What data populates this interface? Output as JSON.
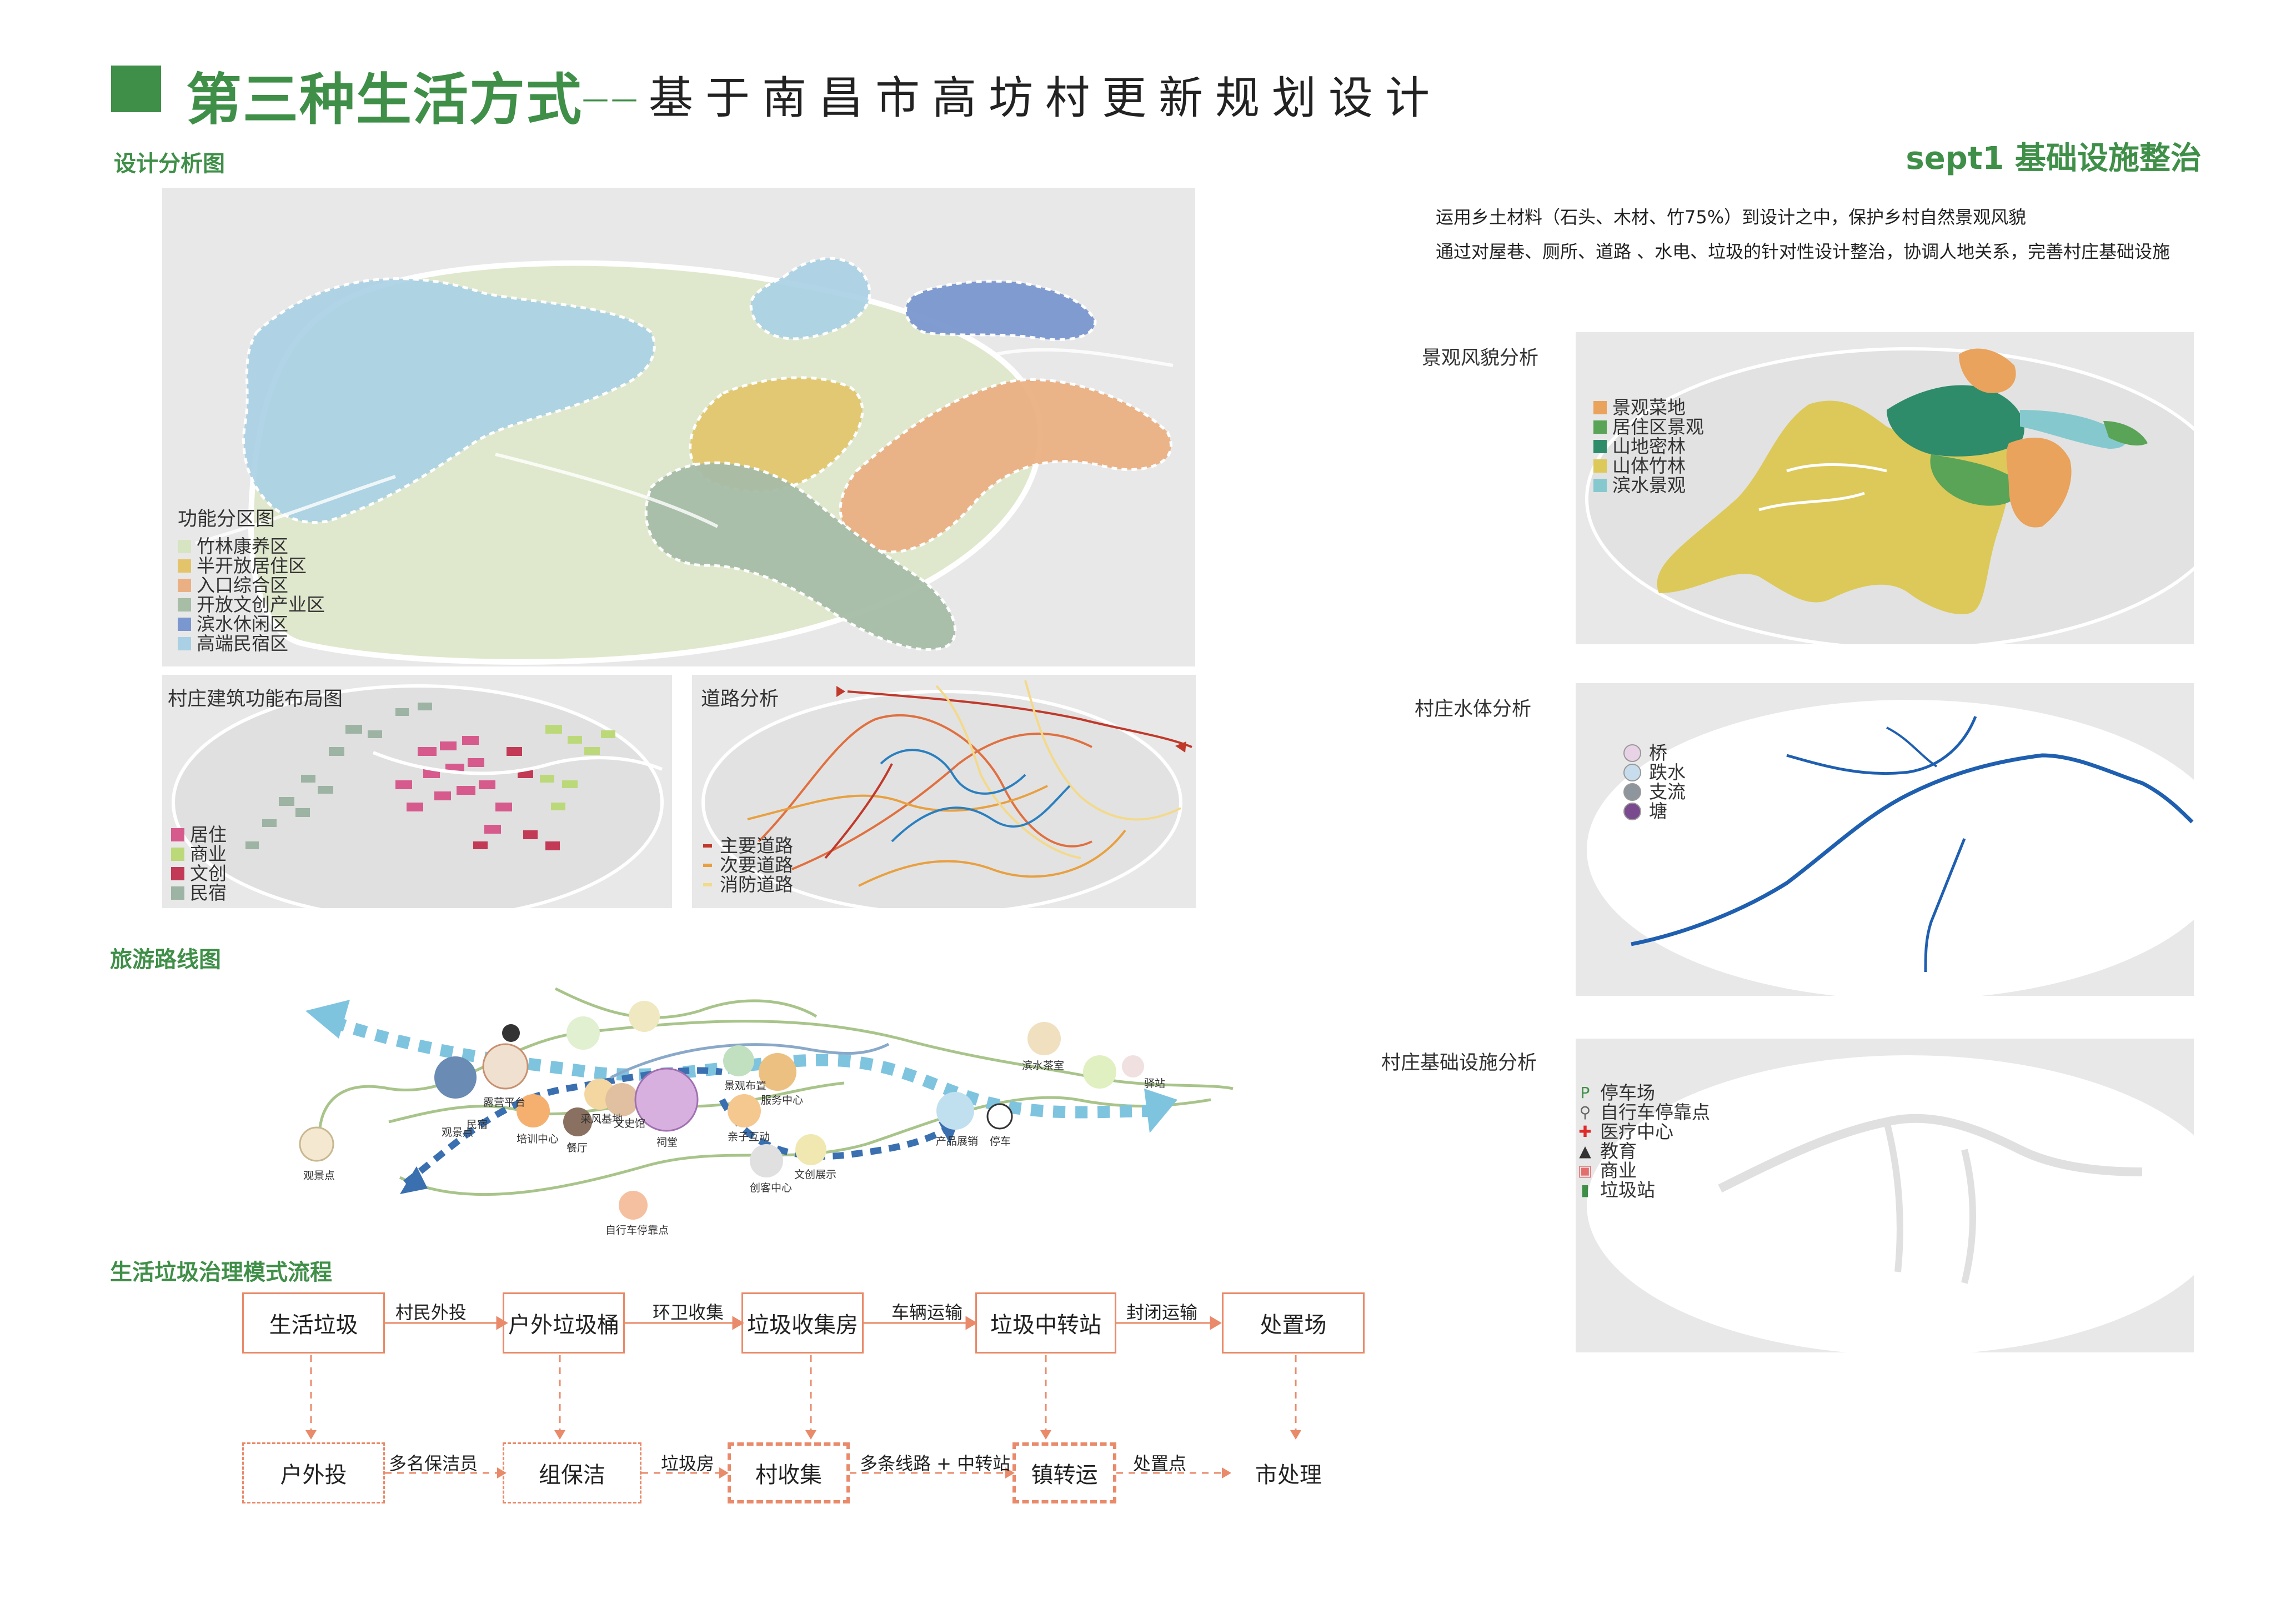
{
  "header": {
    "title_main": "第三种生活方式",
    "title_dash": "——",
    "title_sub": "基于南昌市高坊村更新规划设计"
  },
  "sections": {
    "design_analysis": "设计分析图",
    "tour_route": "旅游路线图",
    "garbage_flow": "生活垃圾治理模式流程",
    "step_title": "sept1 基础设施整治"
  },
  "description": {
    "line1": "运用乡土材料（石头、木材、竹75%）到设计之中，保护乡村自然景观风貌",
    "line2": "通过对屋巷、厕所、道路 、水电、垃圾的针对性设计整治，协调人地关系，完善村庄基础设施"
  },
  "function_zone": {
    "title": "功能分区图",
    "legend": [
      {
        "label": "竹林康养区",
        "color": "#d7e4c2"
      },
      {
        "label": "半开放居住区",
        "color": "#e3c46a"
      },
      {
        "label": "入口综合区",
        "color": "#eab083"
      },
      {
        "label": "开放文创产业区",
        "color": "#a7bda6"
      },
      {
        "label": "滨水休闲区",
        "color": "#7a97cf"
      },
      {
        "label": "高端民宿区",
        "color": "#a9d0e4"
      }
    ]
  },
  "building_layout": {
    "title": "村庄建筑功能布局图",
    "legend": [
      {
        "label": "居住",
        "color": "#d65a8c"
      },
      {
        "label": "商业",
        "color": "#bcd97a"
      },
      {
        "label": "文创",
        "color": "#c23a55"
      },
      {
        "label": "民宿",
        "color": "#9db3a3"
      }
    ]
  },
  "road_analysis": {
    "title": "道路分析",
    "legend": [
      {
        "label": "主要道路",
        "color": "#c0392b"
      },
      {
        "label": "次要道路",
        "color": "#e8a040"
      },
      {
        "label": "消防道路",
        "color": "#f3d98a"
      }
    ]
  },
  "landscape": {
    "title": "景观风貌分析",
    "legend": [
      {
        "label": "景观菜地",
        "color": "#e9a35c"
      },
      {
        "label": "居住区景观",
        "color": "#5aa457"
      },
      {
        "label": "山地密林",
        "color": "#2e8c6b"
      },
      {
        "label": "山体竹林",
        "color": "#dcc95a"
      },
      {
        "label": "滨水景观",
        "color": "#85c9cf"
      }
    ]
  },
  "water": {
    "title": "村庄水体分析",
    "legend": [
      {
        "label": "桥",
        "color": "#e8d3e6"
      },
      {
        "label": "跌水",
        "color": "#c7dced"
      },
      {
        "label": "支流",
        "color": "#8e959c"
      },
      {
        "label": "塘",
        "color": "#7a4a8f"
      }
    ]
  },
  "infrastructure": {
    "title": "村庄基础设施分析",
    "legend": [
      {
        "label": "停车场",
        "icon": "P",
        "color": "#3f8f48"
      },
      {
        "label": "自行车停靠点",
        "icon": "⚲",
        "color": "#666666"
      },
      {
        "label": "医疗中心",
        "icon": "✚",
        "color": "#e02a2a"
      },
      {
        "label": "教育",
        "icon": "▲",
        "color": "#333333"
      },
      {
        "label": "商业",
        "icon": "▣",
        "color": "#e46e6e"
      },
      {
        "label": "垃圾站",
        "icon": "▮",
        "color": "#3f8f48"
      }
    ]
  },
  "tour": {
    "labels": [
      "观景点",
      "观景点",
      "民宿",
      "露营平台",
      "培训中心",
      "采风基地",
      "文史馆",
      "餐厅",
      "祠堂",
      "景观布置",
      "服务中心",
      "亲子互动",
      "创客中心",
      "文创展示",
      "产品展销",
      "停车",
      "滨水茶室",
      "驿站",
      "自行车停靠点"
    ]
  },
  "flow": {
    "top": [
      "生活垃圾",
      "户外垃圾桶",
      "垃圾收集房",
      "垃圾中转站",
      "处置场"
    ],
    "top_arrows": [
      "村民外投",
      "环卫收集",
      "车辆运输",
      "封闭运输"
    ],
    "bottom": [
      "户外投",
      "组保洁",
      "村收集",
      "镇转运",
      "市处理"
    ],
    "bottom_arrows": [
      "多名保洁员",
      "垃圾房",
      "多条线路 + 中转站",
      "处置点"
    ]
  }
}
